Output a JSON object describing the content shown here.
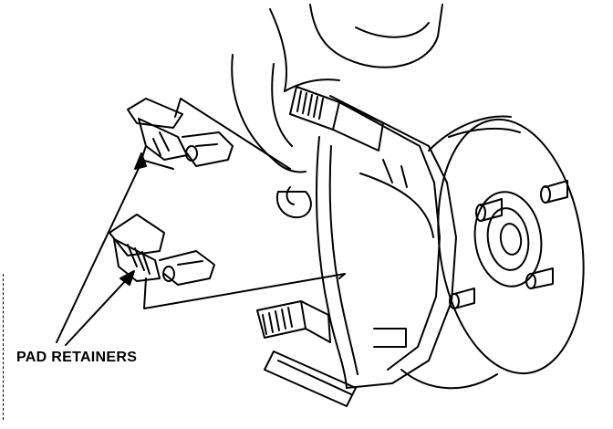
{
  "diagram": {
    "callout_label": "PAD RETAINERS",
    "colors": {
      "ink": "#000000",
      "paper": "#ffffff"
    },
    "parts": [
      "upper-pad-retainer",
      "lower-pad-retainer",
      "brake-caliper-bracket",
      "brake-rotor",
      "wheel-hub",
      "wheel-studs",
      "steering-knuckle"
    ]
  }
}
